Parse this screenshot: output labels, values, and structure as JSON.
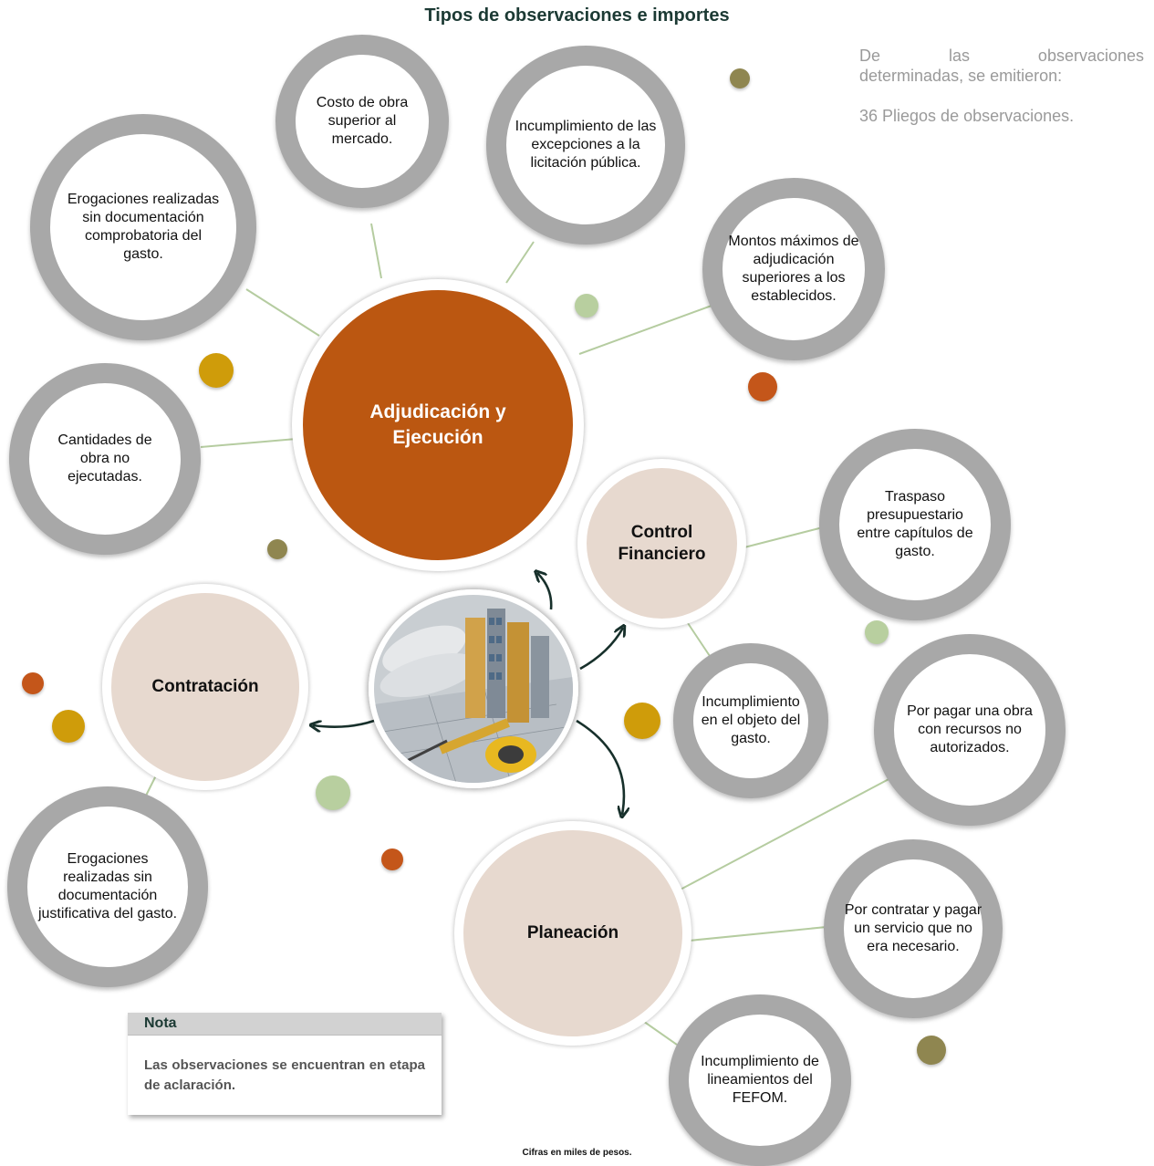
{
  "title": "Tipos de observaciones e importes",
  "side_note": {
    "line1": "De las observaciones",
    "line2": "determinadas, se emitieron:",
    "line3": "36 Pliegos de observaciones."
  },
  "hubs": {
    "adjudicacion": "Adjudicación y Ejecución",
    "control": "Control Financiero",
    "contratacion": "Contratación",
    "planeacion": "Planeación"
  },
  "bubbles": {
    "costo_obra": "Costo de obra superior al mercado.",
    "excepciones": "Incumplimiento de las excepciones a la licitación pública.",
    "montos": "Montos máximos de adjudicación superiores a los establecidos.",
    "erogaciones_comprobatoria": "Erogaciones realizadas sin documentación comprobatoria del gasto.",
    "cantidades": "Cantidades de obra no ejecutadas.",
    "traspaso": "Traspaso presupuestario entre capítulos de gasto.",
    "objeto_gasto": "Incumplimiento en el objeto del gasto.",
    "recursos_no_autorizados": "Por pagar una obra con recursos no autorizados.",
    "servicio_no_necesario": "Por contratar y pagar un servicio que no era necesario.",
    "fefom": "Incumplimiento de lineamientos del FEFOM.",
    "erogaciones_justificativa": "Erogaciones realizadas sin documentación justificativa del gasto."
  },
  "note": {
    "header": "Nota",
    "text": "Las observaciones se encuentran en etapa de aclaración."
  },
  "footnote": "Cifras en miles de pesos.",
  "colors": {
    "hub_main": "#bb5711",
    "hub_beige": "#e7d9cf",
    "bubble_ring": "#a8a8a8",
    "connector": "#b5cca0",
    "arrow": "#17302b",
    "dot_olive": "#8f8650",
    "dot_gold": "#cf9c0a",
    "dot_green": "#b8cf9f",
    "dot_orange": "#c4561a"
  }
}
